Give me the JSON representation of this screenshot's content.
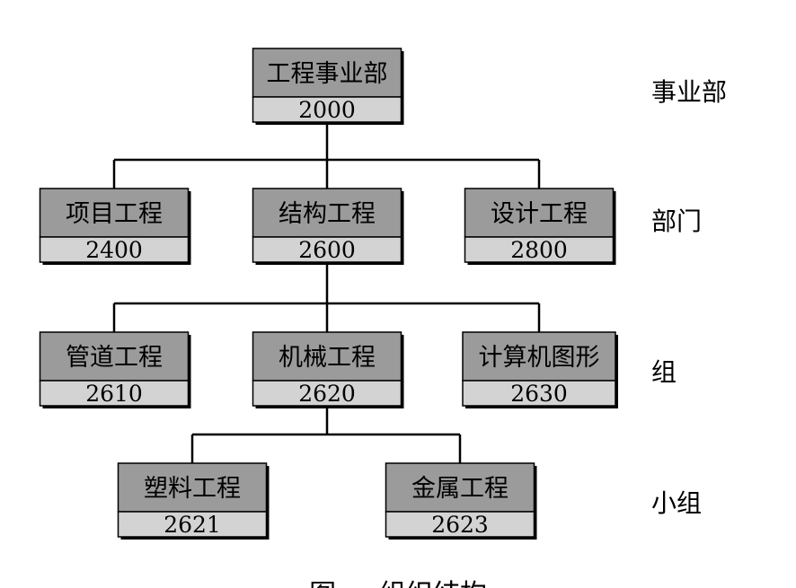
{
  "colors": {
    "name_fill": "#9b9b9b",
    "code_fill": "#d3d3d3",
    "line": "#000000",
    "shadow": "#000000"
  },
  "caption": "图 ... 组织结构",
  "levels": [
    {
      "id": "division",
      "label": "事业部"
    },
    {
      "id": "department",
      "label": "部门"
    },
    {
      "id": "group",
      "label": "组"
    },
    {
      "id": "subgroup",
      "label": "小组"
    }
  ],
  "nodes": [
    {
      "id": "n2000",
      "name": "工程事业部",
      "code": "2000",
      "level": "division",
      "parent": null
    },
    {
      "id": "n2400",
      "name": "项目工程",
      "code": "2400",
      "level": "department",
      "parent": "n2000"
    },
    {
      "id": "n2600",
      "name": "结构工程",
      "code": "2600",
      "level": "department",
      "parent": "n2000"
    },
    {
      "id": "n2800",
      "name": "设计工程",
      "code": "2800",
      "level": "department",
      "parent": "n2000"
    },
    {
      "id": "n2610",
      "name": "管道工程",
      "code": "2610",
      "level": "group",
      "parent": "n2600"
    },
    {
      "id": "n2620",
      "name": "机械工程",
      "code": "2620",
      "level": "group",
      "parent": "n2600"
    },
    {
      "id": "n2630",
      "name": "计算机图形",
      "code": "2630",
      "level": "group",
      "parent": "n2600"
    },
    {
      "id": "n2621",
      "name": "塑料工程",
      "code": "2621",
      "level": "subgroup",
      "parent": "n2620"
    },
    {
      "id": "n2623",
      "name": "金属工程",
      "code": "2623",
      "level": "subgroup",
      "parent": "n2620"
    }
  ]
}
